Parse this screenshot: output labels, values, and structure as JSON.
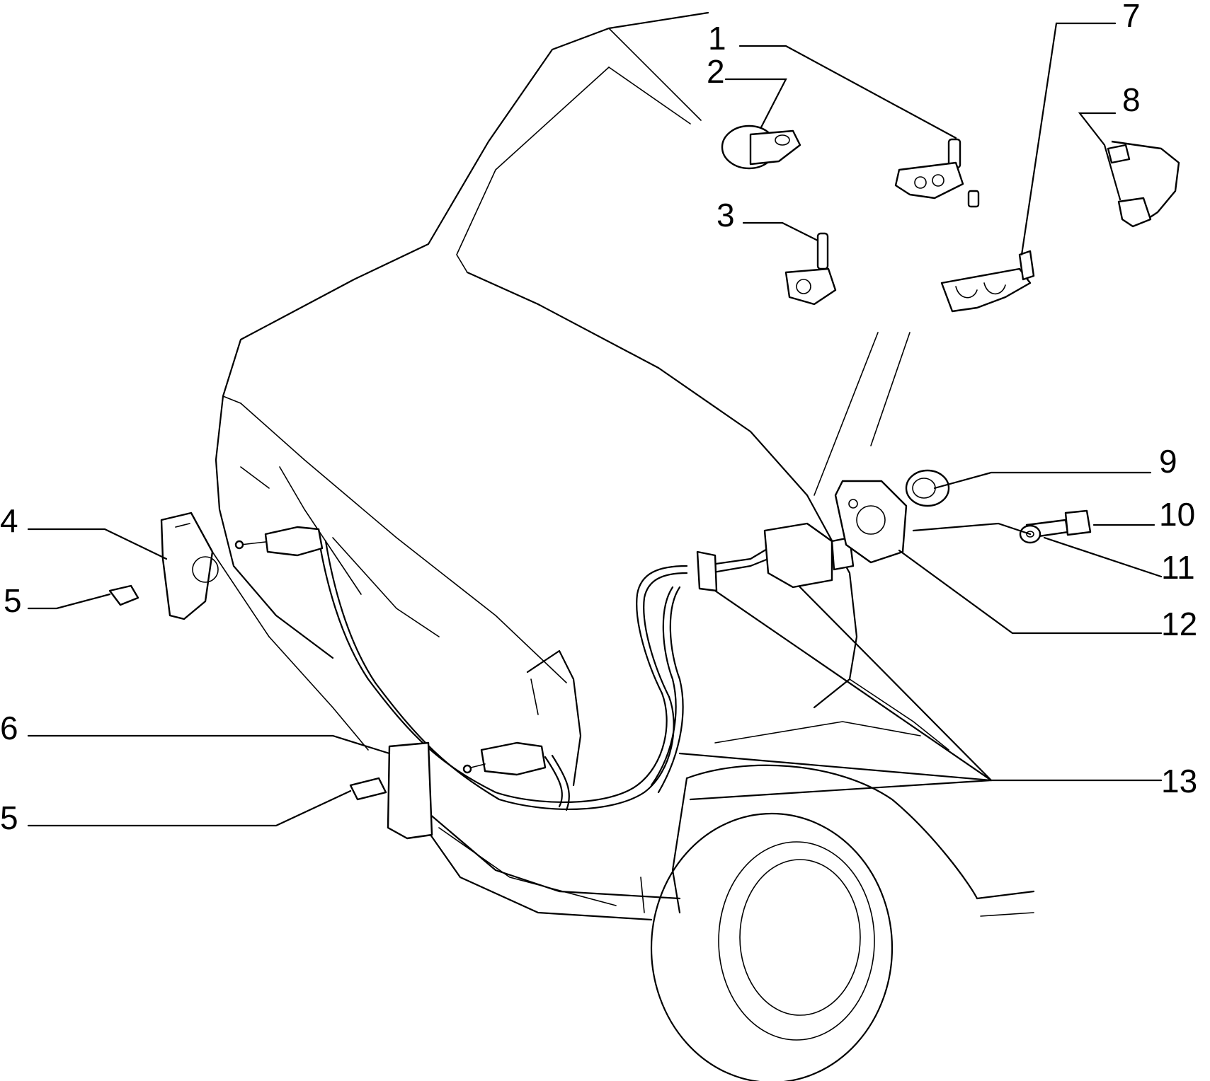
{
  "callouts": {
    "c1": "1",
    "c2": "2",
    "c3": "3",
    "c4": "4",
    "c5a": "5",
    "c5b": "5",
    "c6": "6",
    "c7": "7",
    "c8": "8",
    "c9": "9",
    "c10": "10",
    "c11": "11",
    "c12": "12",
    "c13": "13"
  },
  "colors": {
    "ink": "#000000",
    "paper": "#ffffff"
  }
}
